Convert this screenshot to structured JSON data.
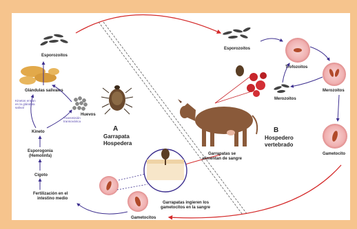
{
  "colors": {
    "frame": "#f6c48d",
    "panel": "#ffffff",
    "red_arrow": "#d42a2a",
    "purple_arrow": "#3d2f8f",
    "cell": "#f2bcbc",
    "parasite": "#b14a2a"
  },
  "sections": {
    "a_letter": "A",
    "a_title_1": "Garrapata",
    "a_title_2": "Hospedera",
    "b_letter": "B",
    "b_title_1": "Hospedero",
    "b_title_2": "vertebrado"
  },
  "tick_cycle": {
    "esporozoitos": "Esporozoitos",
    "glandulas": "Glándulas salivales",
    "huevos": "Huevos",
    "kinetos_note_1": "Kinetos entran",
    "kinetos_note_2": "en la glándula",
    "kinetos_note_3": "salival",
    "transmision_1": "Transmisión",
    "transmision_2": "transovárica",
    "kineto": "Kineto",
    "esporogonia_1": "Esporogonia",
    "esporogonia_2": "(Hemolinfa)",
    "cigoto": "Cigoto",
    "fertilizacion_1": "Fertilización en el",
    "fertilizacion_2": "intestino medio",
    "gametocitos": "Gametocitos"
  },
  "host_cycle": {
    "esporozoitos": "Esporozoitos",
    "trofozoitos": "Trofozoitos",
    "merozoitos_left": "Merozoitos",
    "merozoitos_right": "Merozoitos",
    "gametocito": "Gametocito",
    "alimentan_1": "Garrapatas se",
    "alimentan_2": "alimentan de sangre",
    "ingieren_1": "Garrapatas ingieren los",
    "ingieren_2": "gametocitos en la sangre"
  }
}
